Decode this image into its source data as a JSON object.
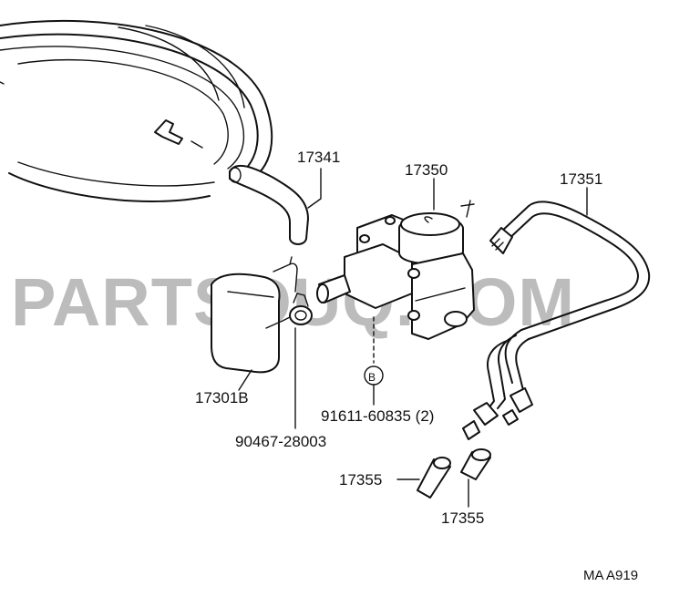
{
  "watermark": "PARTSOUQ.COM",
  "diagram_code": "MA A919",
  "callouts": {
    "air_cleaner_hose": "17341",
    "reed_valve": "17350",
    "tube": "17351",
    "air_cleaner_case": "17301B",
    "clamp": "90467-28003",
    "bolt_symbol": "B",
    "bolt": "91611-60835 (2)",
    "plug_left": "17355",
    "plug_right": "17355"
  }
}
